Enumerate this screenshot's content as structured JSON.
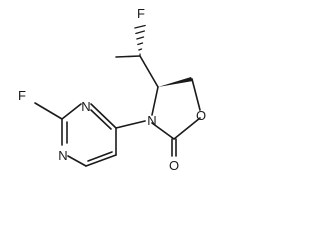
{
  "molecule": {
    "atoms": {
      "f_top": "F",
      "f_ring": "F",
      "n_pyr_upper": "N",
      "n_pyr_lower": "N",
      "n_oxazolidinone": "N",
      "o_ring": "O",
      "o_carbonyl": "O"
    }
  },
  "colors": {
    "bond": "#1a1a1a",
    "background": "#ffffff"
  }
}
